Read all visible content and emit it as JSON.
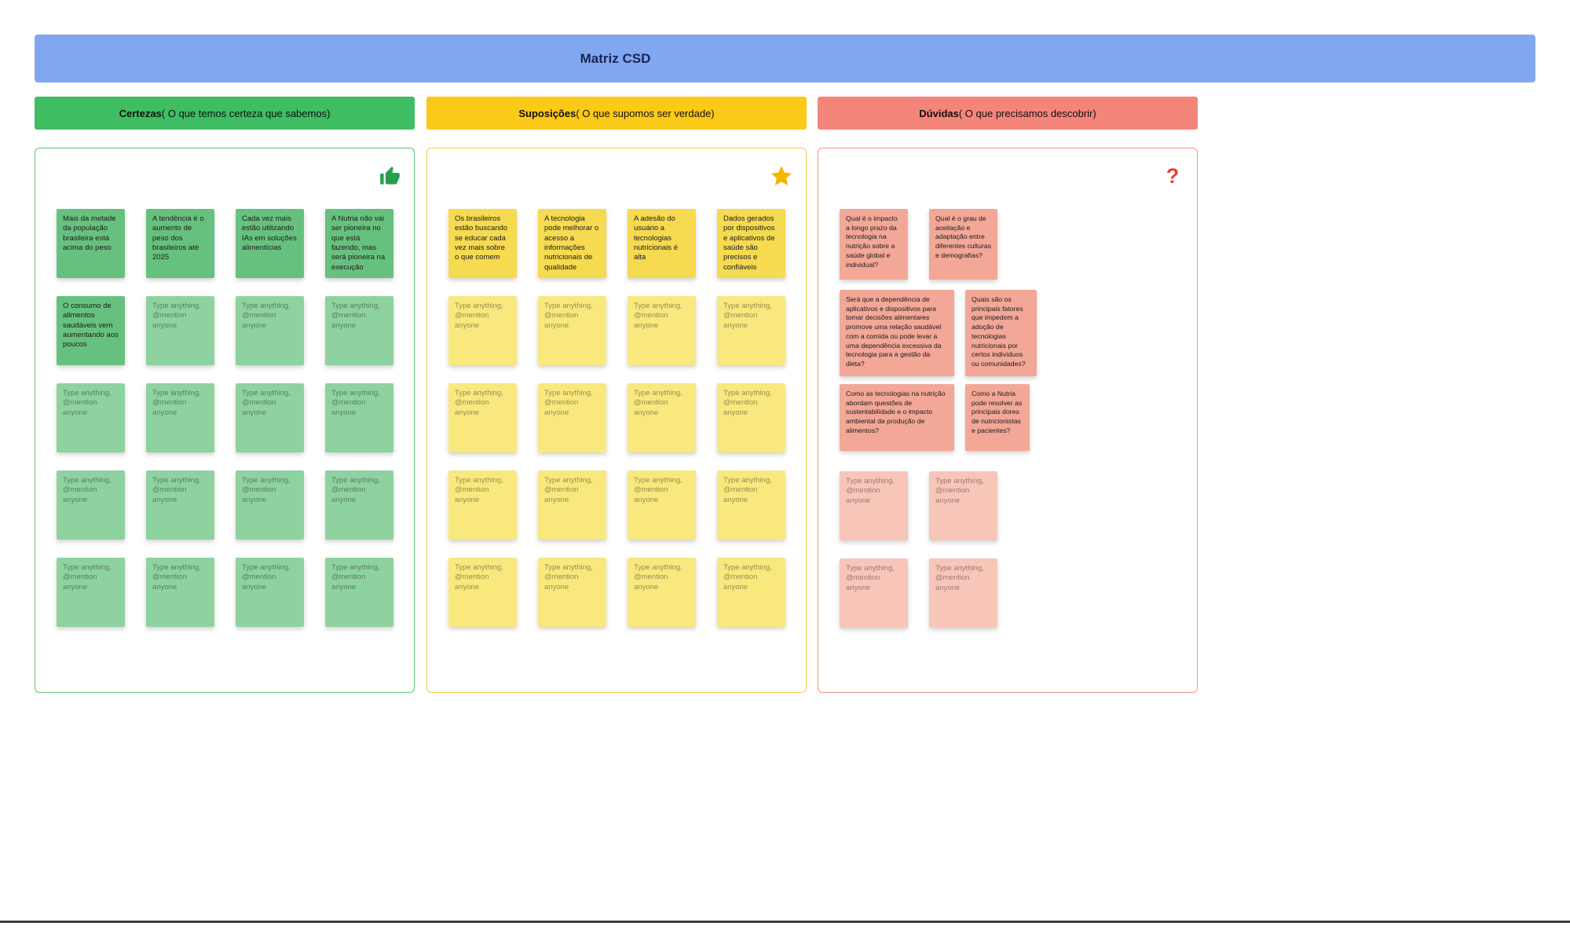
{
  "board": {
    "title": "Matriz CSD"
  },
  "placeholder_text": "Type anything, @mention anyone",
  "colors": {
    "title_bar_bg": "#82A7F1",
    "certezas_bg": "#3EBD63",
    "suposicoes_bg": "#FBC917",
    "duvidas_bg": "#F5857B",
    "note_green": "#67C17E",
    "note_green_empty": "#8ED2A0",
    "note_yellow": "#F6DA50",
    "note_yellow_empty": "#F9E87E",
    "note_red": "#F2A797",
    "note_red_empty": "#F8C6B9"
  },
  "columns": [
    {
      "id": "certezas",
      "header": {
        "bold": "Certezas",
        "rest": "( O que temos certeza que sabemos)"
      },
      "icon": "thumbs-up",
      "notes": [
        "Mais da metade da população brasileira está acima do peso",
        "A tendência é o aumento de peso dos brasileiros até 2025",
        "Cada vez mais estão utilizando IAs em soluções alimentícias",
        "A Nutria não vai ser pioneira no que está fazendo, mas será pioneira na execução",
        "O consumo de alimentos saudáveis vem aumentando aos poucos"
      ],
      "empty_note_count": 15
    },
    {
      "id": "suposicoes",
      "header": {
        "bold": "Suposições",
        "rest": "( O que supomos ser verdade)"
      },
      "icon": "star",
      "notes": [
        "Os brasileiros estão buscando se educar cada vez mais sobre o que comem",
        "A tecnologia pode melhorar o acesso a informações nutricionais de qualidade",
        "A adesão do usuário a tecnologias nutricionais é alta",
        "Dados gerados por dispositivos e aplicativos de saúde são precisos e confiáveis"
      ],
      "empty_note_count": 16
    },
    {
      "id": "duvidas",
      "header": {
        "bold": "Dúvidas",
        "rest": "( O que precisamos descobrir)"
      },
      "icon": "question-mark",
      "notes": [
        "Qual é o impacto a longo prazo da tecnologia na nutrição sobre a saúde global e individual?",
        "Qual é o grau de aceitação e adaptação entre diferentes culturas e demografias?",
        "Será que a dependência de aplicativos e dispositivos para tomar decisões alimentares promove uma relação saudável com a comida ou pode levar a uma dependência excessiva da tecnologia para a gestão da dieta?",
        "Quais são os principais fatores que impedem a adoção de tecnologias nutricionais por certos indivíduos ou comunidades?",
        "Como as tecnologias na nutrição abordam questões de sustentabilidade e o impacto ambiental da produção de alimentos?",
        "Como a Nutria pode resolver as principais dores de nutricionistas e pacientes?"
      ],
      "empty_note_count": 4
    }
  ]
}
